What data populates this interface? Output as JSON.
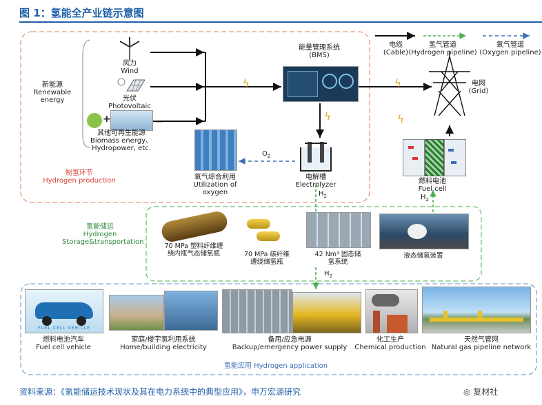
{
  "figure": {
    "title": "图 1：氢能全产业链示意图",
    "source": "资料来源：《氢能储运技术现状及其在电力系统中的典型应用》，申万宏源研究",
    "watermark": "复材社"
  },
  "legend": {
    "cable": {
      "cn": "电缆",
      "en": "(Cable)"
    },
    "hydrogen": {
      "cn": "氢气管道",
      "en": "(Hydrogen pipeline)"
    },
    "oxygen": {
      "cn": "氧气管道",
      "en": "(Oxygen pipeline)"
    }
  },
  "production": {
    "label_cn": "制氢环节",
    "label_en": "Hydrogen production",
    "renewable_cn": "新能源",
    "renewable_en1": "Renewable",
    "renewable_en2": "energy",
    "wind_cn": "风力",
    "wind_en": "Wind",
    "pv_cn": "光伏",
    "pv_en": "Photovoltaic",
    "other_cn": "其他可再生能源",
    "other_en1": "Biomass energy、",
    "other_en2": "Hydropower, etc.",
    "dots": "...",
    "bms_cn": "能量管理系统",
    "bms_en": "(BMS)",
    "grid_cn": "电网",
    "grid_en": "(Grid)",
    "oxy_cn": "氧气综合利用",
    "oxy_en1": "Utilization of",
    "oxy_en2": "oxygen",
    "o2": "O",
    "o2_sub": "2",
    "electrolyzer_cn": "电解槽",
    "electrolyzer_en": "Electrolyzer",
    "fuelcell_cn": "燃料电池",
    "fuelcell_en": "Fuel cell",
    "h2_a": "H",
    "h2_sub": "2"
  },
  "storage": {
    "label_cn": "氢能储运",
    "label_en1": "Hydrogen",
    "label_en2": "Storage&transportation",
    "item1_l1": "70 MPa 塑料纤维缠",
    "item1_l2": "绕内瓶气态储氧瓶",
    "item2_l1": "70 MPa 碳纤维",
    "item2_l2": "缠绕储氢瓶",
    "item3_l1": "42 Nm³ 固态储",
    "item3_l2": "氢系统",
    "item4": "液态储氢装置"
  },
  "application": {
    "label": "氢能应用 Hydrogen application",
    "item1_cn": "燃料电池汽车",
    "item1_en": "Fuel cell vehicle",
    "item2_cn": "家庭/楼宇氢利用系统",
    "item2_en": "Home/building electricity",
    "item3_cn": "备用/应急电源",
    "item3_en": "Backup/emergency power supply",
    "item4_cn": "化工生产",
    "item4_en": "Chemical production",
    "item5_cn": "天然气管网",
    "item5_en": "Natural gas pipeline network",
    "car_banner": "FUEL CELL VEHICLE"
  },
  "colors": {
    "accent": "#1f5fa8",
    "production_border": "#e39a7a",
    "storage_border": "#6cbf6c",
    "application_border": "#7fa6d6",
    "bolt": "#e2a21a"
  }
}
